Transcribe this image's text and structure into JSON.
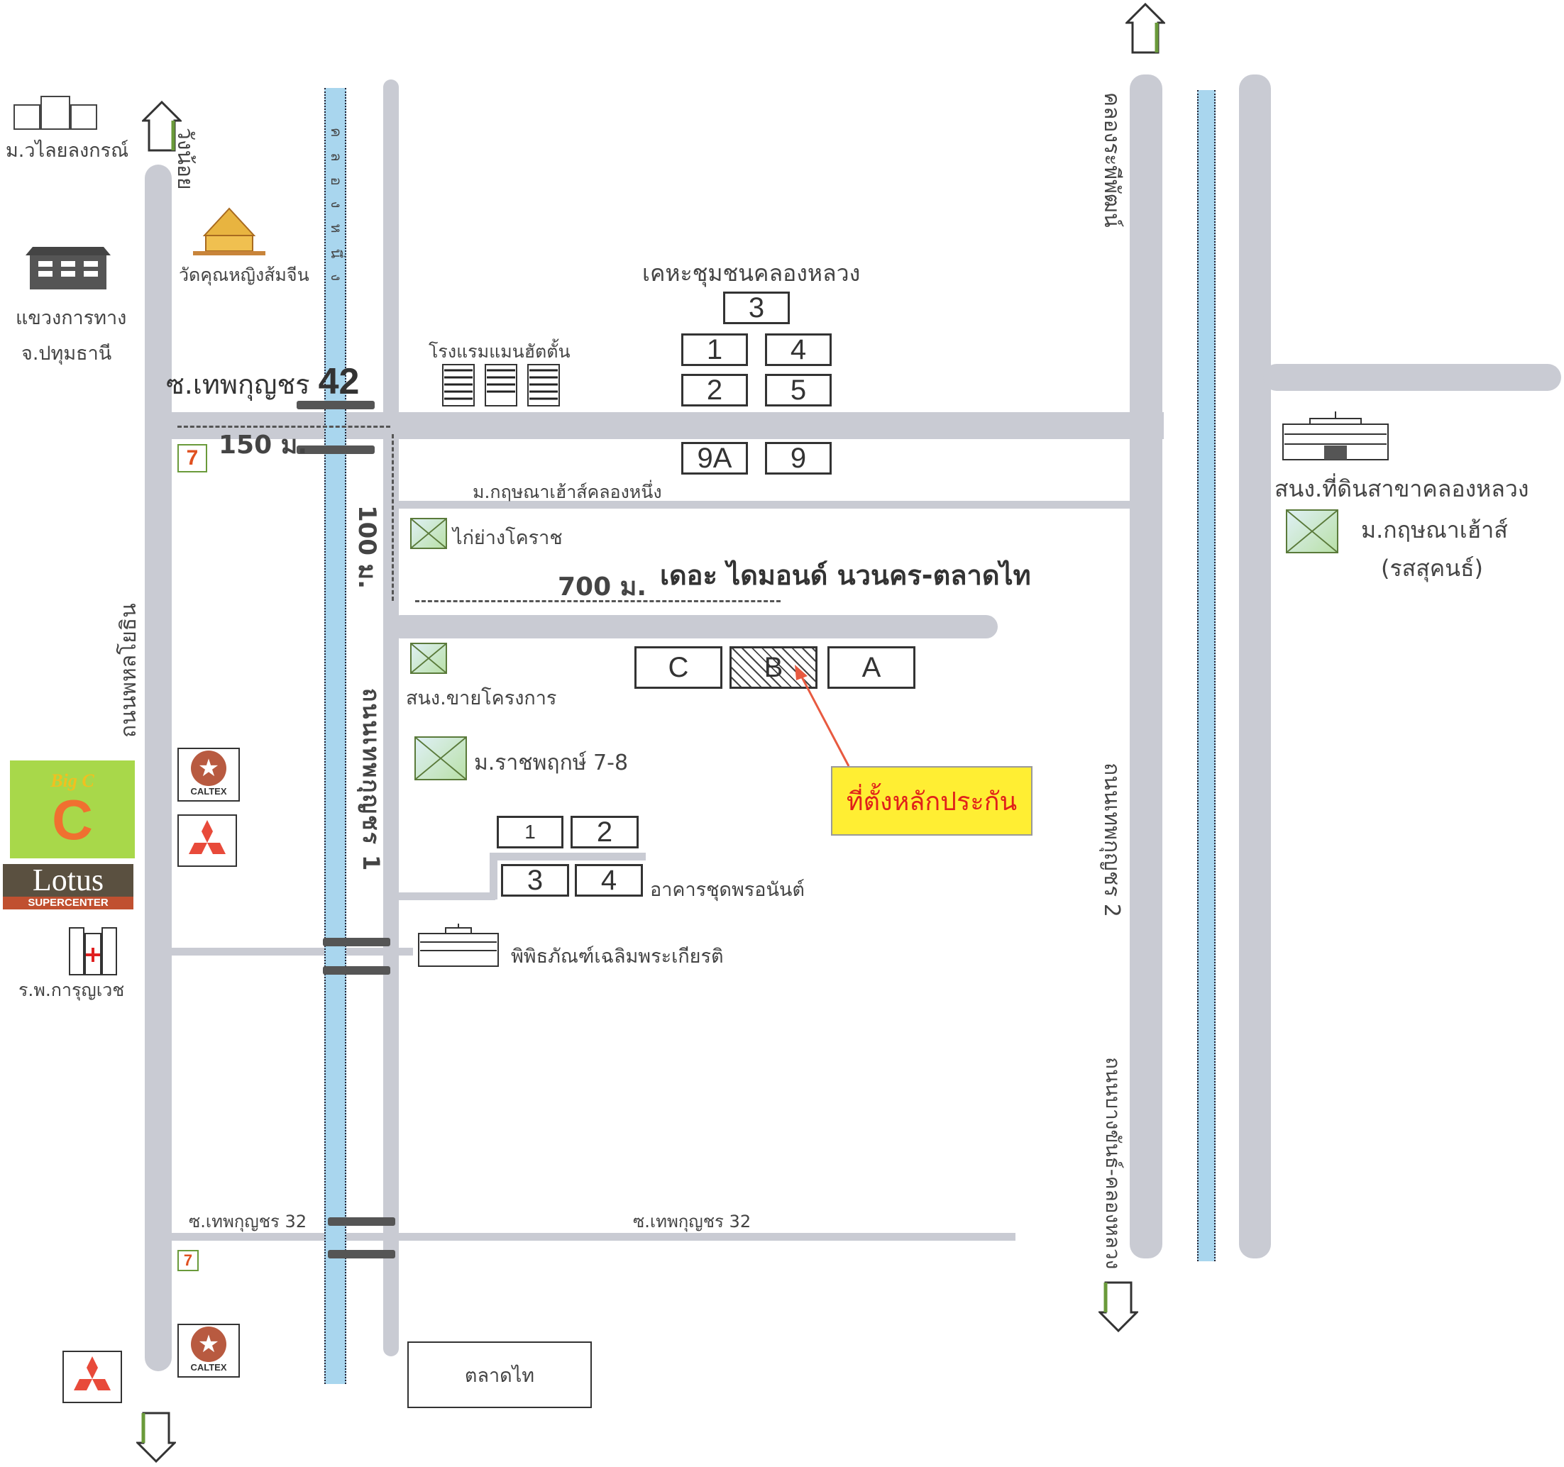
{
  "map": {
    "roads": {
      "phahon": "ถนนพหลโยธิน",
      "thep1": "ถนนเทพกุญชร 1",
      "thep2": "ถนนเทพกุญชร 2",
      "bangkhan": "ถนนบางขันธ์-คลองหลวง",
      "soi42_prefix": "ซ.เทพกุญชร",
      "soi42_num": "42",
      "soi32_left": "ซ.เทพกุญชร 32",
      "soi32_right": "ซ.เทพกุญชร 32",
      "wangnoi": "วังน้อย"
    },
    "canals": {
      "klong1": "คลองหนึ่ง",
      "rapee": "คลองระพีพัฒน์"
    },
    "distances": {
      "d150": "150 ม.",
      "d100": "100 ม.",
      "d700": "700 ม."
    },
    "project_title": "เดอะ ไดมอนด์ นวนคร-ตลาดไท",
    "collateral_label": "ที่ตั้งหลักประกัน",
    "community": {
      "title": "เคหะชุมชนคลองหลวง",
      "blocks": [
        "3",
        "1",
        "4",
        "2",
        "5",
        "9A",
        "9"
      ]
    },
    "project_blocks": [
      "C",
      "B",
      "A"
    ],
    "pornanan": {
      "label": "อาคารชุดพรอนันต์",
      "blocks": [
        "1",
        "2",
        "3",
        "4"
      ]
    },
    "places": {
      "valaya": "ม.วไลยลงกรณ์",
      "wat": "วัดคุณหญิงส้มจีน",
      "highway1": "แขวงการทาง",
      "highway2": "จ.ปทุมธานี",
      "hotel": "โรงแรมแมนฮัตตั้น",
      "krit1": "ม.กฤษณาเฮ้าส์คลองหนึ่ง",
      "kaiyang": "ไก่ย่างโคราช",
      "sales": "สนง.ขายโครงการ",
      "ratchaphruek": "ม.ราชพฤกษ์ 7-8",
      "museum": "พิพิธภัณฑ์เฉลิมพระเกียรติ",
      "hospital": "ร.พ.การุญเวช",
      "landoffice": "สนง.ที่ดินสาขาคลองหลวง",
      "krit2a": "ม.กฤษณาเฮ้าส์",
      "krit2b": "(รสสุคนธ์)",
      "market": "ตลาดไท"
    },
    "logos": {
      "bigc": "Big C",
      "lotus": "Lotus",
      "lotus_sub": "SUPERCENTER",
      "caltex": "CALTEX",
      "seven": "7"
    }
  },
  "colors": {
    "road": "#c9cbd3",
    "canal": "#a9d6ee",
    "callout_bg": "#ffee33",
    "callout_text": "#e0201a",
    "arrow": "#e85a40"
  }
}
